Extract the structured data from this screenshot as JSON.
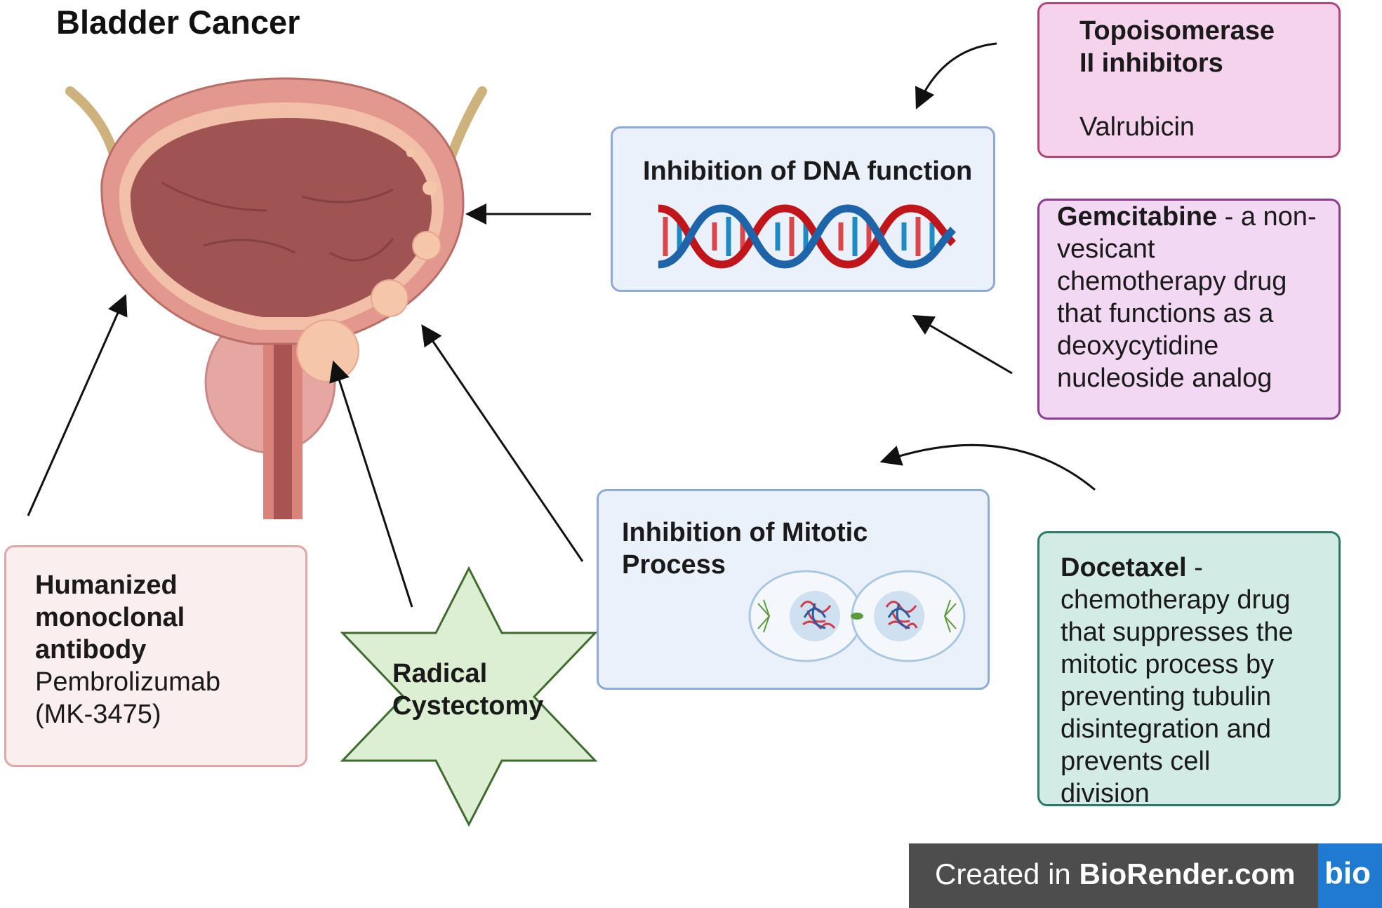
{
  "title": "Bladder Cancer",
  "topoisomerase": {
    "heading": "Topoisomerase II inhibitors",
    "heading_line1": "Topoisomerase",
    "heading_line2": "II inhibitors",
    "drug": "Valrubicin"
  },
  "gemcitabine": {
    "name": "Gemcitabine",
    "lines": [
      "- a non-",
      "vesicant",
      "chemotherapy drug",
      "that functions as a",
      "deoxycytidine",
      "nucleoside analog"
    ]
  },
  "dna_box": {
    "label": "Inhibition of DNA function"
  },
  "mitotic_box": {
    "line1": "Inhibition of Mitotic",
    "line2": "Process"
  },
  "docetaxel": {
    "name": "Docetaxel",
    "lines": [
      " -",
      "chemotherapy drug",
      "that suppresses the",
      "mitotic process by",
      "preventing tubulin",
      "disintegration and",
      "prevents cell",
      "division"
    ]
  },
  "antibody": {
    "line1": "Humanized",
    "line2": "monoclonal",
    "line3": "antibody",
    "drug": "Pembrolizumab",
    "code": "(MK-3475)"
  },
  "cystectomy": {
    "line1": "Radical",
    "line2": "Cystectomy"
  },
  "footer": {
    "prefix": "Created in ",
    "brand": "BioRender.com",
    "logo": "bio"
  },
  "colors": {
    "topo_fill": "#f6d3ec",
    "topo_border": "#b2467a",
    "gem_fill": "#f3d8f3",
    "gem_border": "#8e3a92",
    "mech_fill": "#eaf1fb",
    "mech_border": "#8daad8",
    "doc_fill": "#d2ebe4",
    "doc_border": "#2c7a68",
    "mab_fill": "#fbeeee",
    "mab_border": "#e0a7a7",
    "star_fill": "#dcefd2",
    "star_border": "#3e6b2e",
    "dna_red": "#c0161b",
    "dna_blue": "#1e64a8"
  }
}
